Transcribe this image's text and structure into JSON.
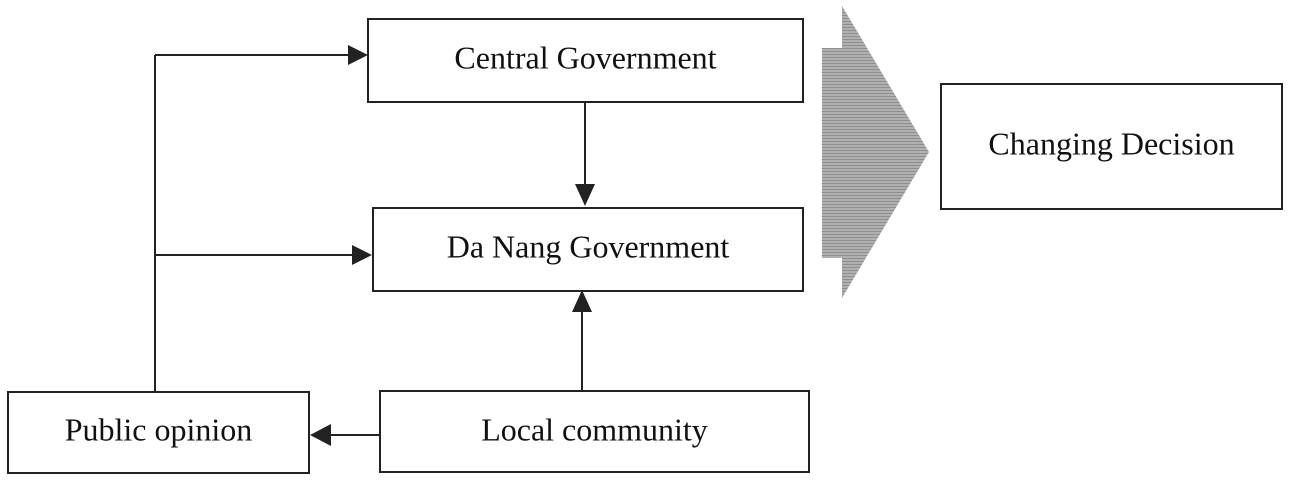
{
  "diagram": {
    "nodes": {
      "central_government": "Central Government",
      "da_nang_government": "Da Nang Government",
      "public_opinion": "Public opinion",
      "local_community": "Local community",
      "changing_decision": "Changing Decision"
    },
    "edges": [
      {
        "from": "central_government",
        "to": "da_nang_government"
      },
      {
        "from": "local_community",
        "to": "da_nang_government"
      },
      {
        "from": "local_community",
        "to": "public_opinion"
      },
      {
        "from": "public_opinion",
        "to": "central_government"
      },
      {
        "from": "public_opinion",
        "to": "da_nang_government"
      }
    ],
    "big_arrow": {
      "from": "government",
      "to": "changing_decision"
    }
  },
  "colors": {
    "stroke": "#222222",
    "big_arrow_fill": "#a8a8a8"
  }
}
